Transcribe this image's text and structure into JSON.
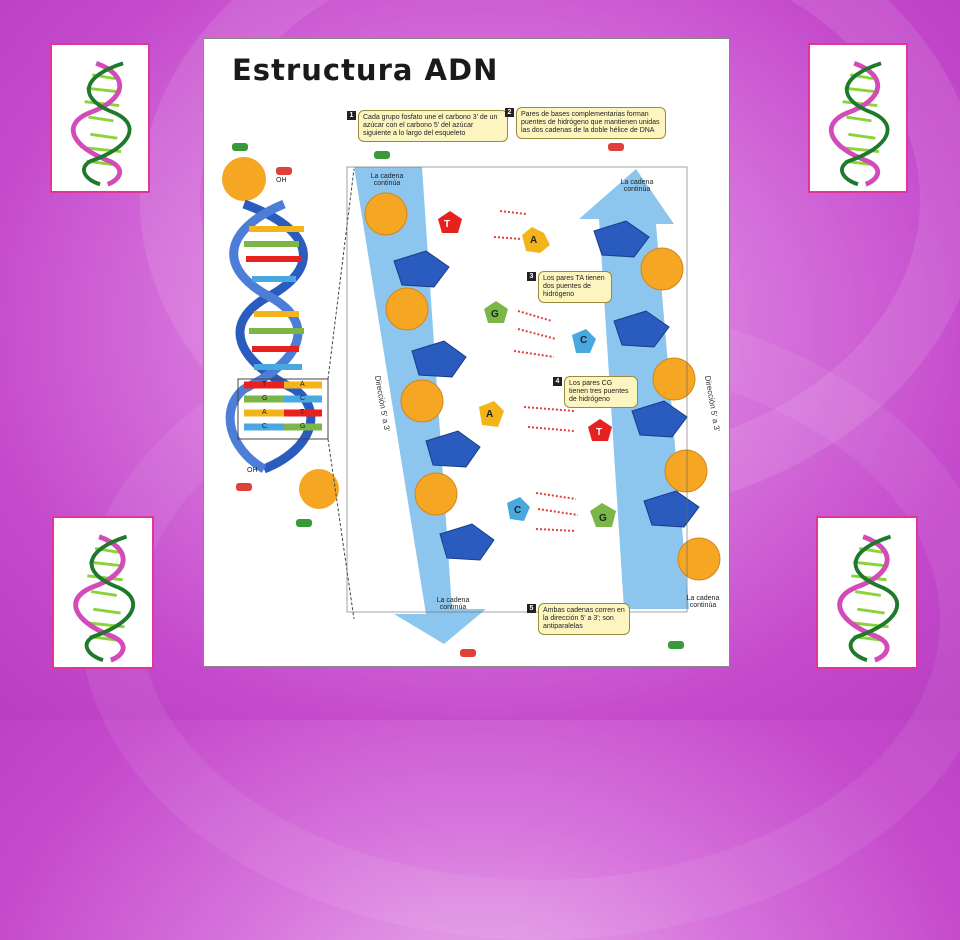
{
  "slide": {
    "title": "Estructura ADN"
  },
  "callouts": [
    {
      "n": "1",
      "text": "Cada grupo fosfato une el carbono 3' de un azúcar con el carbono 5' del azúcar siguiente a lo largo del esqueleto"
    },
    {
      "n": "2",
      "text": "Pares de bases complementarias forman puentes de hidrógeno que mantienen unidas las dos cadenas de la doble hélice de DNA"
    },
    {
      "n": "3",
      "text": "Los pares TA tienen dos puentes de hidrógeno"
    },
    {
      "n": "4",
      "text": "Los pares CG tienen tres puentes de hidrógeno"
    },
    {
      "n": "5",
      "text": "Ambas cadenas corren en la dirección 5' a 3'; son antiparalelas"
    }
  ],
  "strand_labels": {
    "left_top": "La cadena continúa",
    "left_bottom": "La cadena continúa",
    "right_top": "La cadena continúa",
    "right_bottom": "La cadena continúa",
    "left_direction": "Dirección 5' a 3'",
    "right_direction": "Dirección 5' a 3'"
  },
  "bases": {
    "pair1": [
      "T",
      "A"
    ],
    "pair2": [
      "G",
      "C"
    ],
    "pair3": [
      "A",
      "T"
    ],
    "pair4": [
      "C",
      "G"
    ]
  },
  "helix_labels": {
    "oh_top": "OH",
    "oh_bottom": "OH",
    "rungs": [
      "T",
      "A",
      "G",
      "C",
      "A",
      "T",
      "C",
      "G"
    ]
  },
  "colors": {
    "background": "#c94fd0",
    "card_border": "#e0359a",
    "phosphate": "#f5a623",
    "sugar": "#2a5bbf",
    "base_T": "#e8201e",
    "base_A": "#f2b418",
    "base_G": "#7ab648",
    "base_C": "#4aa8e0",
    "strand_arrow": "#8cc6ee"
  }
}
